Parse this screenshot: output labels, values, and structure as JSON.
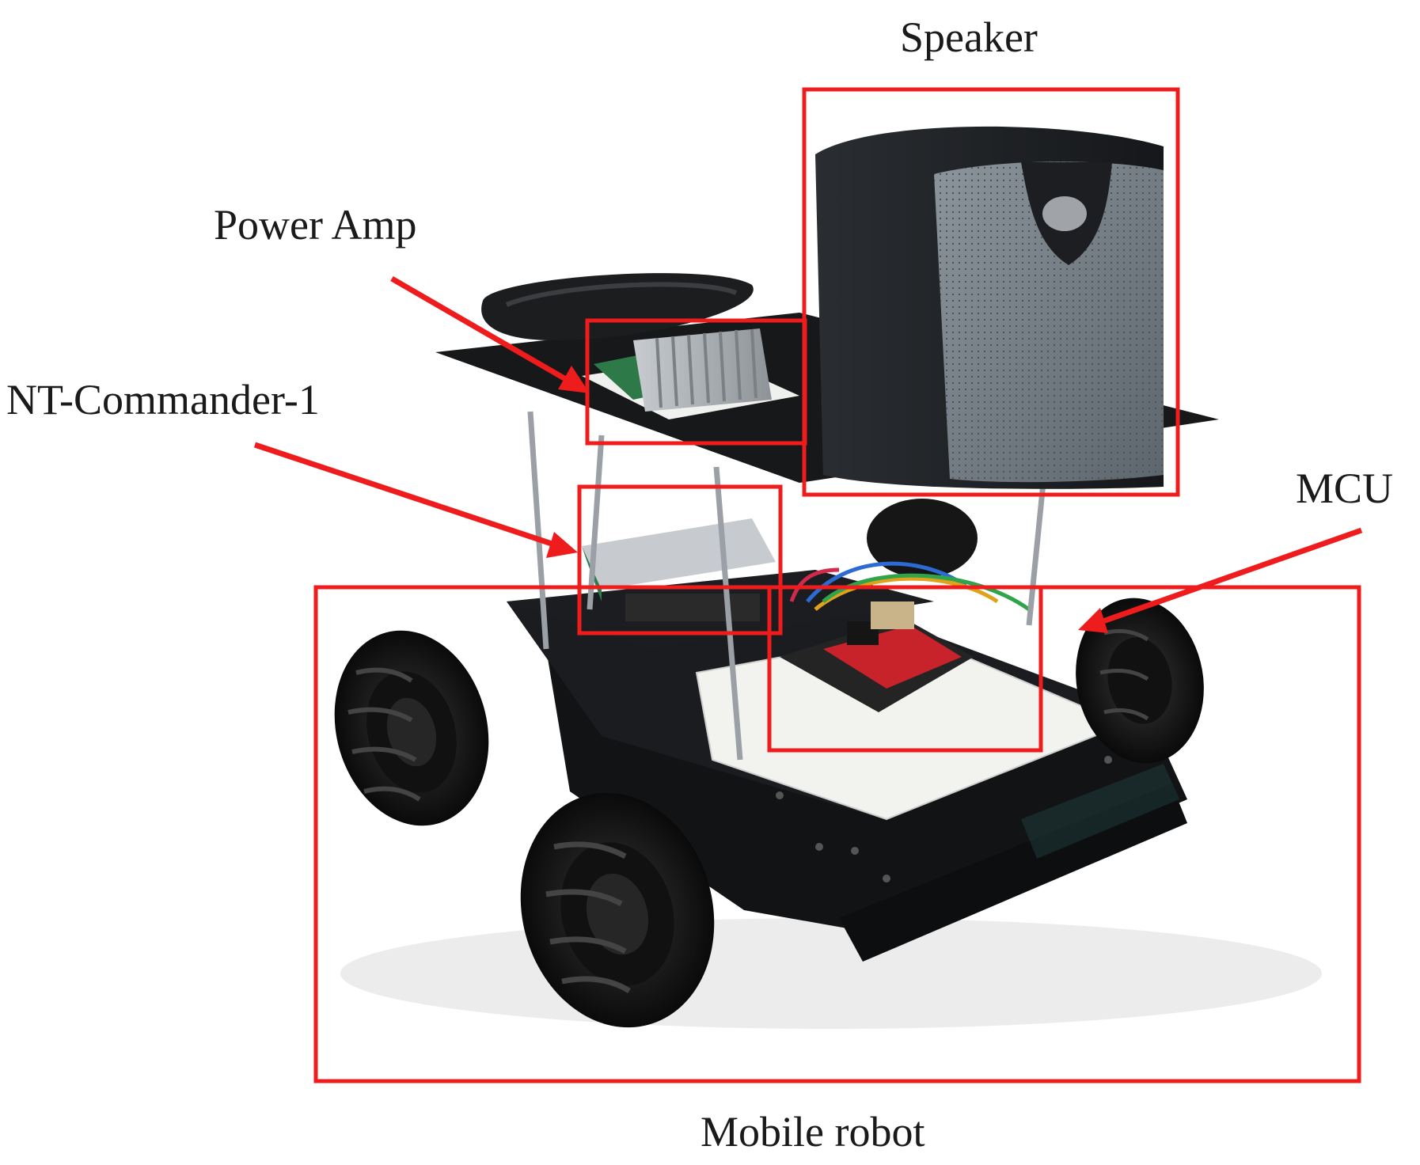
{
  "figure": {
    "labels": {
      "speaker": "Speaker",
      "power_amp": "Power Amp",
      "nt_commander": "NT-Commander-1",
      "mcu": "MCU",
      "mobile_robot": "Mobile robot"
    },
    "annotation_color": "#ee1c1c",
    "icons": [
      "speaker",
      "power-amp",
      "nt-commander-board",
      "mcu-board",
      "robot-chassis",
      "wheel"
    ]
  }
}
